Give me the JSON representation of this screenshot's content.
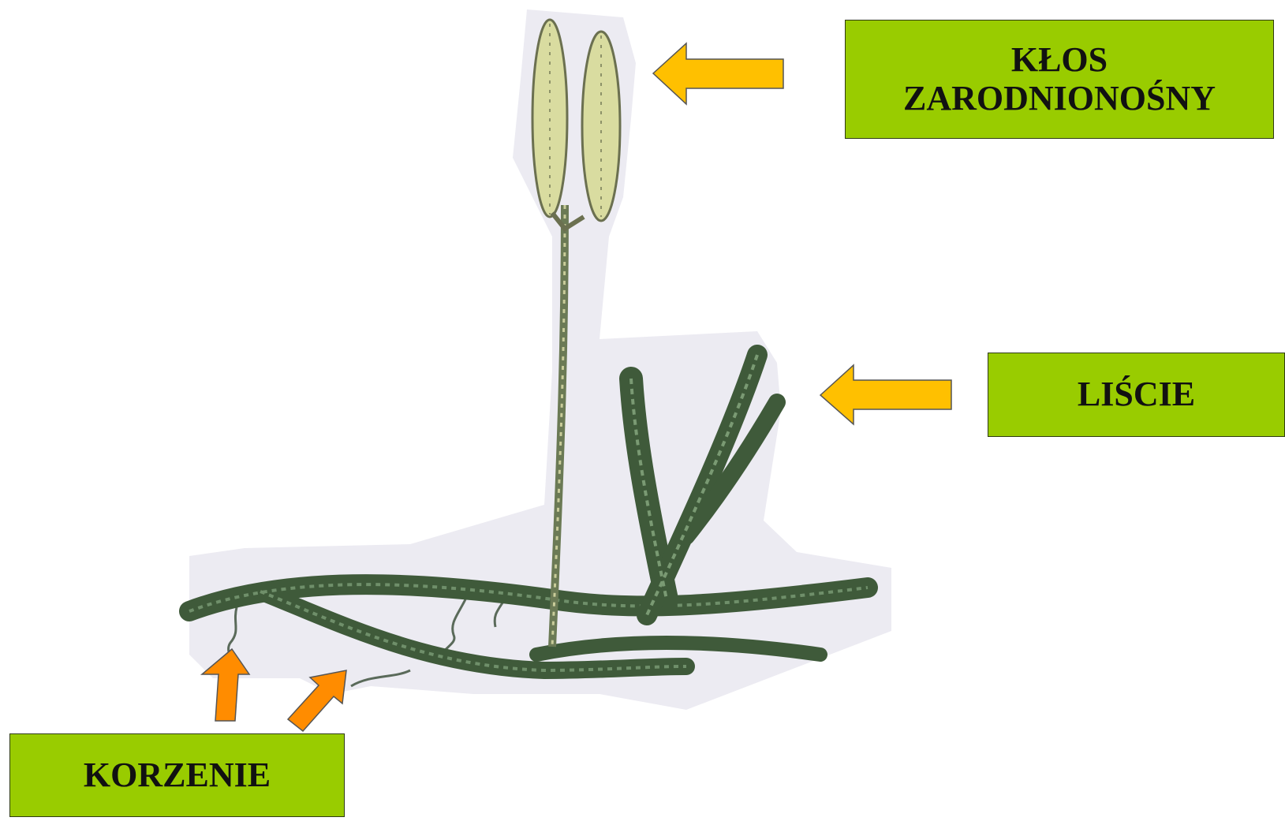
{
  "colors": {
    "label_fill": "#99cc00",
    "label_border": "#2f3b12",
    "arrow_yellow": "#ffc000",
    "arrow_orange": "#ff8c00",
    "plant_dark": "#3f5a3a",
    "plant_strobilus": "#d9dca0",
    "backdrop": "#ecebf2"
  },
  "labels": {
    "klos": {
      "line1": "KŁOS",
      "line2": "ZARODNIONOŚNY"
    },
    "liscie": "LIŚCIE",
    "korzenie": "KORZENIE"
  },
  "icons": {
    "arrow_to_strobilus": "arrow-left-icon",
    "arrow_to_leaves": "arrow-left-icon",
    "arrow_to_root_1": "arrow-up-icon",
    "arrow_to_root_2": "arrow-up-right-icon"
  }
}
